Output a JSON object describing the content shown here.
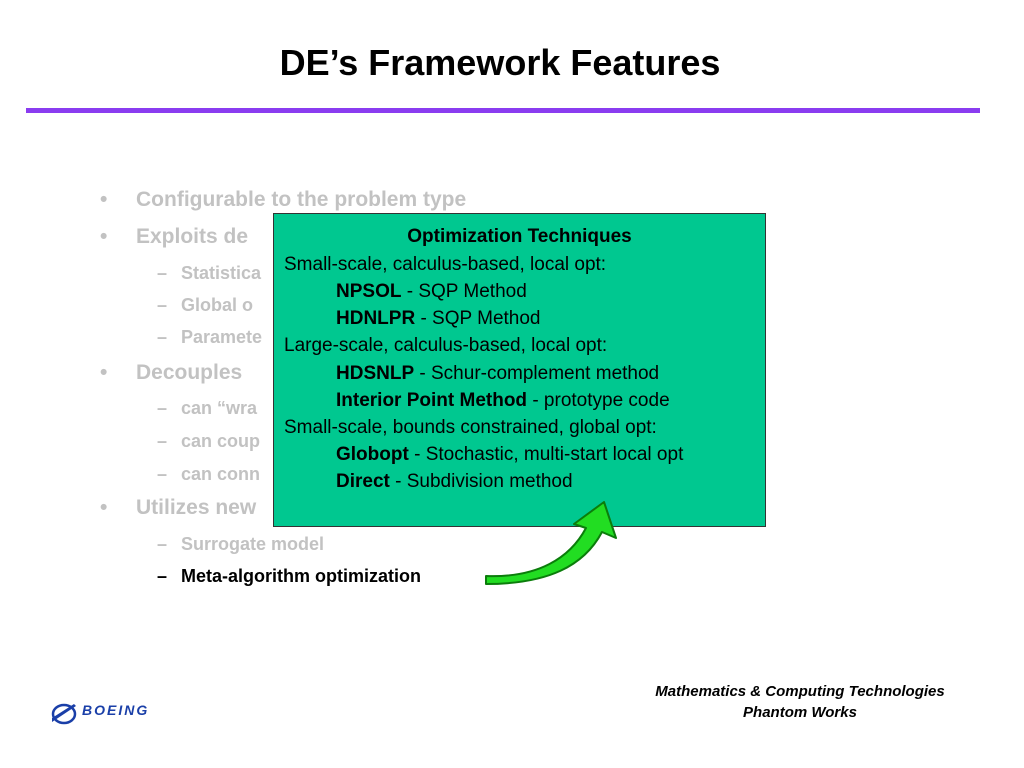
{
  "slide": {
    "title": "DE’s Framework Features"
  },
  "bullets": {
    "items": [
      {
        "text": "Configurable to the problem type"
      },
      {
        "text": "Exploits de"
      },
      {
        "text": "Statistica"
      },
      {
        "text": "Global o"
      },
      {
        "text": "Paramete"
      },
      {
        "text": "Decouples"
      },
      {
        "text": "can “wra"
      },
      {
        "text": "can coup"
      },
      {
        "text": "can conn"
      },
      {
        "text": "Utilizes new"
      },
      {
        "text": "Surrogate model"
      },
      {
        "text": "Meta-algorithm optimization"
      }
    ],
    "bullet_glyph": "•",
    "dash_glyph": "–"
  },
  "popup": {
    "heading": "Optimization Techniques",
    "groups": [
      {
        "label": "Small-scale, calculus-based, local opt:",
        "methods": [
          {
            "name": "NPSOL",
            "desc": " - SQP Method"
          },
          {
            "name": "HDNLPR",
            "desc": " - SQP Method"
          }
        ]
      },
      {
        "label": "Large-scale, calculus-based, local opt:",
        "methods": [
          {
            "name": "HDSNLP",
            "desc": " - Schur-complement method"
          },
          {
            "name": "Interior Point Method",
            "desc": " - prototype code"
          }
        ]
      },
      {
        "label": "Small-scale, bounds constrained, global opt:",
        "methods": [
          {
            "name": "Globopt",
            "desc": " - Stochastic, multi-start local opt"
          },
          {
            "name": "Direct",
            "desc": " - Subdivision method"
          }
        ]
      }
    ],
    "background": "#00c890"
  },
  "footer": {
    "line1": "Mathematics & Computing Technologies",
    "line2": "Phantom Works"
  },
  "logo": {
    "text": "BOEING",
    "icon": "boeing-logo-icon",
    "color": "#1a3fa8"
  },
  "accent": "#8a3cf0",
  "arrow_color": "#22dd22"
}
